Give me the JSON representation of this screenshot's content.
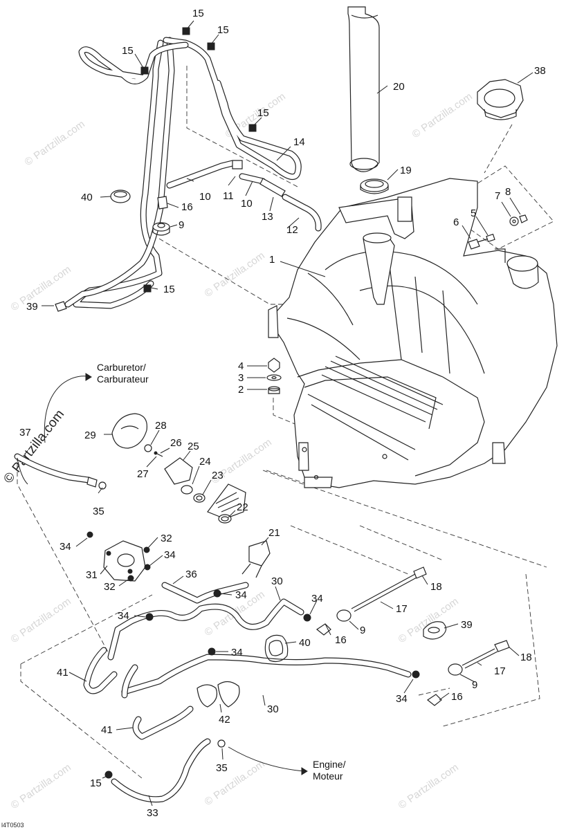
{
  "diagram": {
    "drawing_code": "l4T0503",
    "watermark": "Partzilla.com",
    "watermark_symbol": "©",
    "callouts": {
      "c1": "1",
      "c2": "2",
      "c3": "3",
      "c4": "4",
      "c5": "5",
      "c6": "6",
      "c7": "7",
      "c8": "8",
      "c9a": "9",
      "c9b": "9",
      "c9c": "9",
      "c10a": "10",
      "c10b": "10",
      "c11": "11",
      "c12": "12",
      "c13": "13",
      "c14": "14",
      "c15a": "15",
      "c15b": "15",
      "c15c": "15",
      "c15d": "15",
      "c15e": "15",
      "c15f": "15",
      "c16a": "16",
      "c16b": "16",
      "c16c": "16",
      "c17a": "17",
      "c17b": "17",
      "c18a": "18",
      "c18b": "18",
      "c19": "19",
      "c20": "20",
      "c21": "21",
      "c22": "22",
      "c23": "23",
      "c24": "24",
      "c25": "25",
      "c26": "26",
      "c27": "27",
      "c28": "28",
      "c29": "29",
      "c30a": "30",
      "c30b": "30",
      "c31": "31",
      "c32a": "32",
      "c32b": "32",
      "c33": "33",
      "c34a": "34",
      "c34b": "34",
      "c34c": "34",
      "c34d": "34",
      "c34e": "34",
      "c34f": "34",
      "c34g": "34",
      "c35a": "35",
      "c35b": "35",
      "c36": "36",
      "c37": "37",
      "c38": "38",
      "c39a": "39",
      "c39b": "39",
      "c40a": "40",
      "c40b": "40",
      "c41a": "41",
      "c41b": "41",
      "c42": "42"
    },
    "notes": {
      "carburetor_line1": "Carburetor/",
      "carburetor_line2": "Carburateur",
      "engine_line1": "Engine/",
      "engine_line2": "Moteur"
    }
  }
}
